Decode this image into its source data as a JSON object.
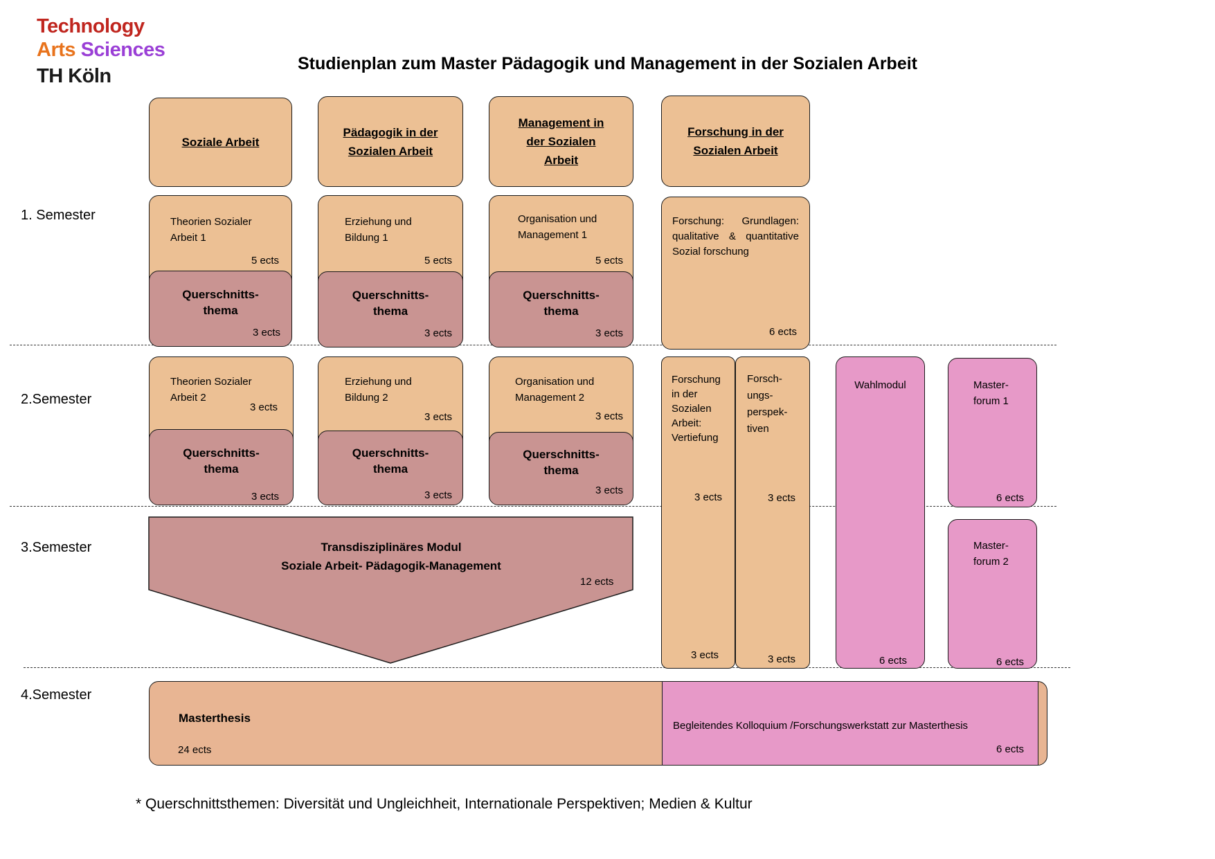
{
  "logo": {
    "line1": "Technology",
    "line2a": "Arts",
    "line2b": "Sciences",
    "line3": "TH Köln",
    "colors": {
      "technology": "#c0261f",
      "arts": "#e8731c",
      "sciences": "#9a3fd6",
      "thkoeln": "#1a1a1a"
    }
  },
  "title": "Studienplan zum Master Pädagogik und Management in der Sozialen Arbeit",
  "semesters": [
    "1. Semester",
    "2.Semester",
    "3.Semester",
    "4.Semester"
  ],
  "columns": [
    {
      "l1": "Soziale Arbeit",
      "l2": "",
      "l3": ""
    },
    {
      "l1": "Pädagogik in der",
      "l2": "Sozialen Arbeit",
      "l3": ""
    },
    {
      "l1": "Management in",
      "l2": "der Sozialen",
      "l3": "Arbeit"
    },
    {
      "l1": "Forschung in der",
      "l2": "Sozialen Arbeit",
      "l3": ""
    }
  ],
  "sem1": {
    "mods": [
      {
        "l1": "Theorien Sozialer",
        "l2": "Arbeit 1",
        "ects": "5 ects"
      },
      {
        "l1": "Erziehung und",
        "l2": "Bildung 1",
        "ects": "5 ects"
      },
      {
        "l1": "Organisation und",
        "l2": "Management 1",
        "ects": "5 ects"
      }
    ],
    "forschung": {
      "l1a": "Forschung:",
      "l1b": "Grundlagen:",
      "l2a": "qualitative",
      "l2b": "&",
      "l2c": "quantitative",
      "l3": "Sozial forschung",
      "ects": "6 ects"
    }
  },
  "quer": {
    "l1": "Querschnitts-",
    "l2": "thema"
  },
  "sem1_quer_ects": [
    "3 ects",
    "3 ects",
    "3 ects"
  ],
  "sem2": {
    "mods": [
      {
        "l1": "Theorien Sozialer",
        "l2": "Arbeit 2",
        "ects": "3 ects"
      },
      {
        "l1": "Erziehung und",
        "l2": "Bildung 2",
        "ects": "3 ects"
      },
      {
        "l1": "Organisation und",
        "l2": "Management 2",
        "ects": "3 ects"
      }
    ],
    "quer_ects": [
      "3 ects",
      "3 ects",
      "3 ects"
    ]
  },
  "forschung_vertiefung": {
    "lines": [
      "Forschung",
      "in der",
      "Sozialen",
      "Arbeit:",
      "Vertiefung"
    ],
    "ects_sem2": "3 ects",
    "ects_sem3": "3 ects"
  },
  "forschungsperspektiven": {
    "lines": [
      "Forsch-",
      "ungs-",
      "perspek-",
      "tiven"
    ],
    "ects_sem2": "3 ects",
    "ects_sem3": "3 ects"
  },
  "wahlmodul": {
    "label": "Wahlmodul",
    "ects": "6 ects"
  },
  "masterforum1": {
    "l1": "Master-",
    "l2": "forum 1",
    "ects": "6 ects"
  },
  "masterforum2": {
    "l1": "Master-",
    "l2": "forum 2",
    "ects": "6 ects"
  },
  "trans": {
    "l1": "Transdisziplinäres Modul",
    "l2": "Soziale Arbeit- Pädagogik-Management",
    "ects": "12 ects"
  },
  "masterthesis": {
    "label": "Masterthesis",
    "ects": "24 ects"
  },
  "kolloquium": {
    "label": "Begleitendes Kolloquium /Forschungswerkstatt zur Masterthesis",
    "ects": "6 ects"
  },
  "footnote": "* Querschnittsthemen: Diversität und Ungleichheit, Internationale Perspektiven; Medien & Kultur"
}
